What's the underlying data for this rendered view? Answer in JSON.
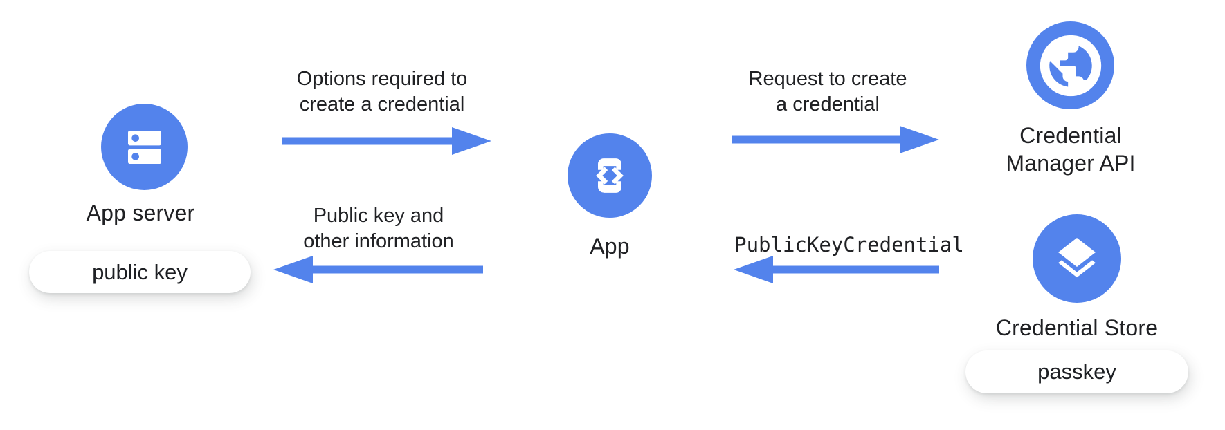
{
  "colors": {
    "brand_blue": "#5383EC",
    "text": "#202124",
    "pill_background": "#FFFFFF"
  },
  "nodes": {
    "app_server": {
      "label": "App server",
      "icon": "server-icon",
      "artifact": "public key"
    },
    "app": {
      "label": "App",
      "icon": "phone-code-icon"
    },
    "credential_manager": {
      "label_lines": [
        "Credential",
        "Manager API"
      ],
      "icon": "globe-icon"
    },
    "credential_store": {
      "label": "Credential Store",
      "icon": "layers-icon",
      "artifact": "passkey"
    }
  },
  "flows": [
    {
      "lines": [
        "Options required to",
        "create a credential"
      ],
      "direction": "right"
    },
    {
      "lines": [
        "Request to create",
        "a credential"
      ],
      "direction": "right"
    },
    {
      "lines": [
        "Public key and",
        "other information"
      ],
      "direction": "left"
    },
    {
      "lines": [
        "PublicKeyCredential"
      ],
      "direction": "left",
      "code": true
    }
  ]
}
